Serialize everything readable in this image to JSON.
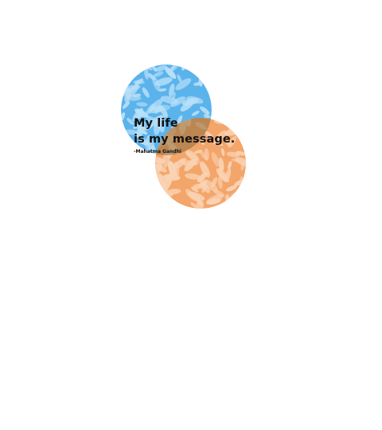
{
  "quote": {
    "line1": "My life",
    "line2": "is my message.",
    "author": "-Mahatma Gandhi"
  },
  "colors": {
    "blue_circle": "#5bb3ec",
    "blue_leaf": "#b9e0f8",
    "orange_circle": "#f3a56a",
    "orange_leaf": "#fad3b3",
    "overlap": "#8c6e3c",
    "text": "#111111"
  },
  "decor": {
    "blue_circle_icon": "leaf-pattern-circle",
    "orange_circle_icon": "leaf-pattern-circle"
  }
}
